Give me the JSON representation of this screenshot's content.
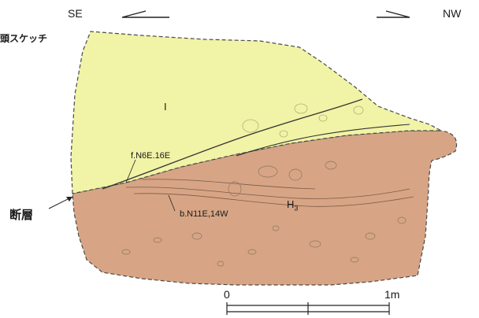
{
  "labels": {
    "dir_left": "SE",
    "dir_right": "NW",
    "title": "頭スケッチ",
    "unit_upper": "I",
    "unit_lower": "H",
    "unit_lower_sub": "3",
    "fault_label": "断層",
    "fault_plane": "f.N6E.16E",
    "bedding": "b.N11E,14W",
    "scale_start": "0",
    "scale_end": "1m"
  },
  "colors": {
    "upper_unit": "#f1f3a6",
    "lower_unit": "#d7a585",
    "outline": "#4a4a4a",
    "gravel": "#9c7f6a"
  }
}
